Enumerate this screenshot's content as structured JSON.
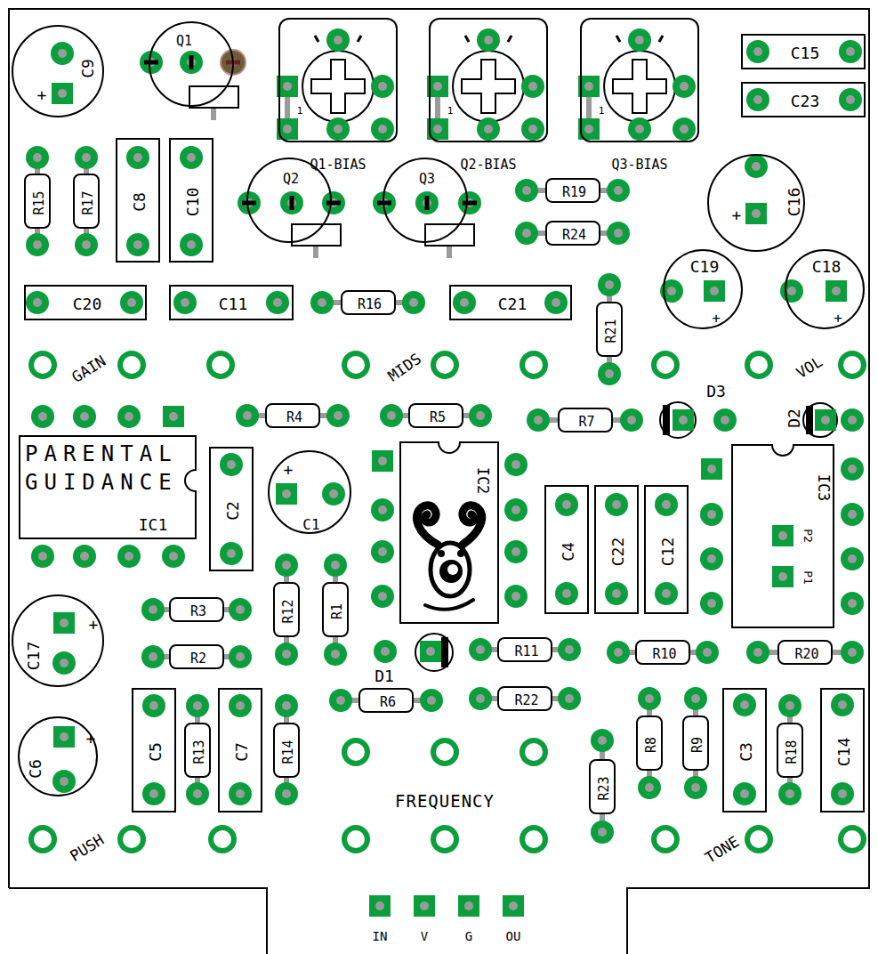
{
  "diagram": {
    "nodes": [
      {
        "text": [
          "C9",
          "+"
        ]
      },
      {
        "text": [
          "Q1"
        ]
      },
      {
        "text": [
          "1",
          "Q1-BIAS"
        ]
      },
      {
        "text": [
          "1",
          "Q2-BIAS"
        ]
      },
      {
        "text": [
          "1",
          "Q3-BIAS"
        ]
      },
      {
        "text": [
          "C15"
        ]
      },
      {
        "text": [
          "C23"
        ]
      },
      {
        "text": [
          "R15"
        ]
      },
      {
        "text": [
          "R17"
        ]
      },
      {
        "text": [
          "C8"
        ]
      },
      {
        "text": [
          "C10"
        ]
      },
      {
        "text": [
          "Q2"
        ]
      },
      {
        "text": [
          "Q3"
        ]
      },
      {
        "text": [
          "R19"
        ]
      },
      {
        "text": [
          "R24"
        ]
      },
      {
        "text": [
          "C16",
          "+"
        ]
      },
      {
        "text": [
          "C20"
        ]
      },
      {
        "text": [
          "C11"
        ]
      },
      {
        "text": [
          "R16"
        ]
      },
      {
        "text": [
          "C21"
        ]
      },
      {
        "text": [
          "R21"
        ]
      },
      {
        "text": [
          "C19",
          "+"
        ]
      },
      {
        "text": [
          "C18",
          "+"
        ]
      },
      {
        "text": [
          "R4"
        ]
      },
      {
        "text": [
          "R5"
        ]
      },
      {
        "text": [
          "R7"
        ]
      },
      {
        "text": [
          "PARENTAL GUIDANCE",
          "IC1"
        ]
      },
      {
        "text": [
          "C2"
        ]
      },
      {
        "text": [
          "+",
          "C1"
        ]
      },
      {
        "text": [
          "IC2"
        ]
      },
      {
        "text": [
          "C4"
        ]
      },
      {
        "text": [
          "C22"
        ]
      },
      {
        "text": [
          "C12"
        ]
      },
      {
        "text": [
          "IC3",
          "P2",
          "P1"
        ]
      },
      {
        "text": [
          "C17",
          "+"
        ]
      },
      {
        "text": [
          "R3"
        ]
      },
      {
        "text": [
          "R12"
        ]
      },
      {
        "text": [
          "R1"
        ]
      },
      {
        "text": [
          "R2"
        ]
      },
      {
        "text": [
          "R11"
        ]
      },
      {
        "text": [
          "R10"
        ]
      },
      {
        "text": [
          "R20"
        ]
      },
      {
        "text": [
          "R6"
        ]
      },
      {
        "text": [
          "R22"
        ]
      },
      {
        "text": [
          "C6",
          "+"
        ]
      },
      {
        "text": [
          "C5"
        ]
      },
      {
        "text": [
          "R13"
        ]
      },
      {
        "text": [
          "C7"
        ]
      },
      {
        "text": [
          "R14"
        ]
      },
      {
        "text": [
          "R8"
        ]
      },
      {
        "text": [
          "R9"
        ]
      },
      {
        "text": [
          "C3"
        ]
      },
      {
        "text": [
          "R18"
        ]
      },
      {
        "text": [
          "C14"
        ]
      },
      {
        "text": [
          "R23"
        ]
      }
    ],
    "labels": [
      "D3",
      "D2",
      "D1",
      "GAIN",
      "MIDS",
      "VOL",
      "PUSH",
      "TONE",
      "FREQUENCY",
      "IN",
      "V",
      "G",
      "OU"
    ]
  }
}
